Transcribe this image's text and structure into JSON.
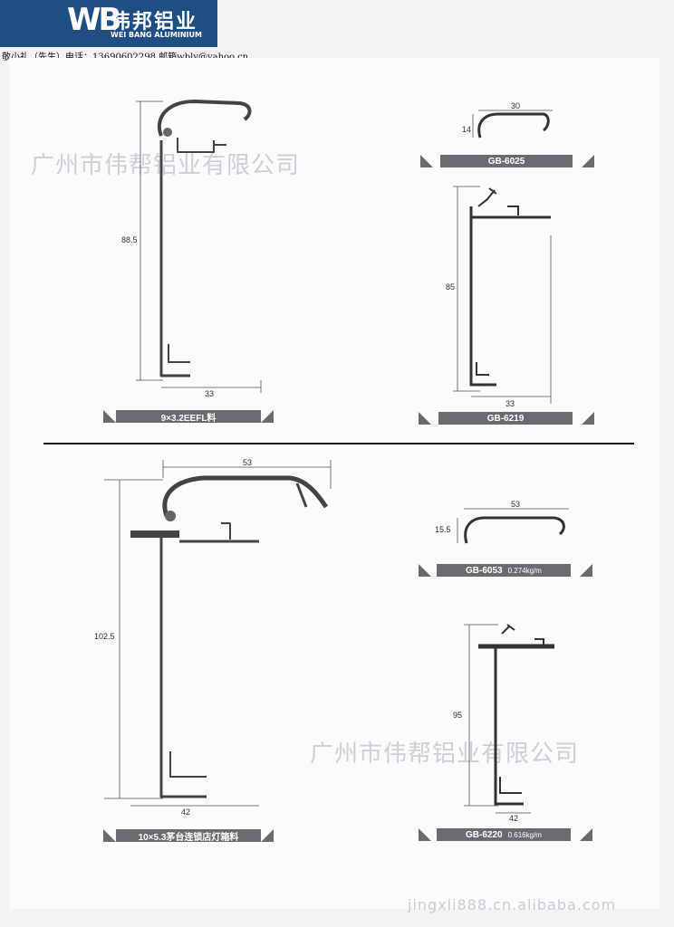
{
  "header": {
    "logo_mark": "WB",
    "logo_cn": "伟邦铝业",
    "logo_en": "WEI BANG ALUMINIUM",
    "contact": "敬小礼（先生）电话：13690602298 邮箱wbly@yahoo.cn"
  },
  "watermarks": {
    "top": "广州市伟帮铝业有限公司",
    "bottom": "广州市伟帮铝业有限公司",
    "site": "jingxli888.cn.alibaba.com"
  },
  "profiles": {
    "p1": {
      "label": "9×3.2EEFL料",
      "height": "88.5",
      "width": "33"
    },
    "p2": {
      "label": "GB-6025",
      "height": "14",
      "width": "30"
    },
    "p3": {
      "label": "GB-6219",
      "height": "85",
      "width": "33"
    },
    "p4": {
      "label": "10×5.3茅台连锁店灯箱料",
      "height": "102.5",
      "width": "42",
      "top_width": "53"
    },
    "p5": {
      "label": "GB-6053",
      "weight": "0.274kg/m",
      "height": "15.5",
      "width": "53"
    },
    "p6": {
      "label": "GB-6220",
      "weight": "0.616kg/m",
      "height": "95",
      "width": "42"
    }
  }
}
